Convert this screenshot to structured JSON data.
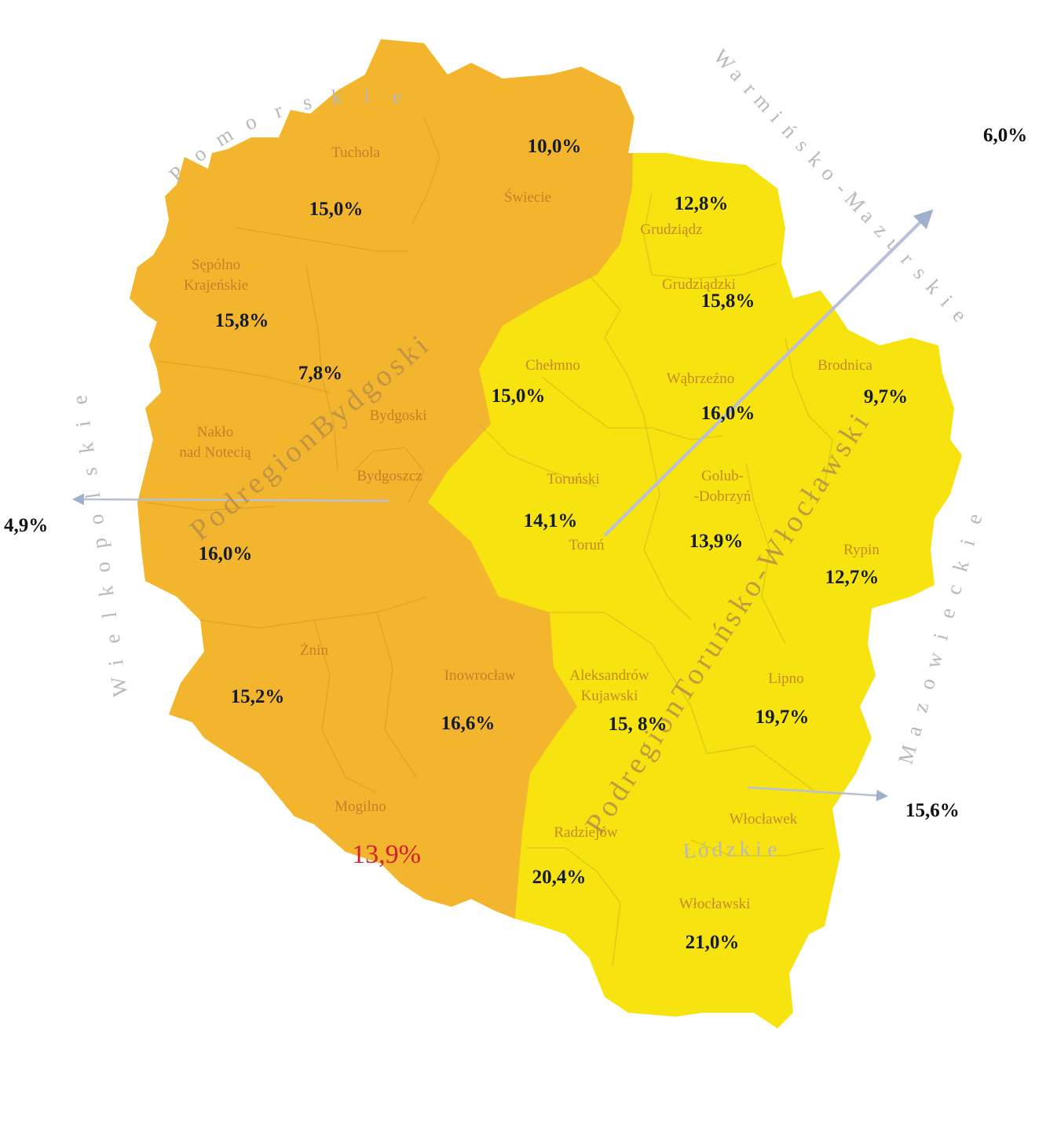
{
  "colors": {
    "bydgoski_subregion": "#f3b52e",
    "torunsko_subregion": "#f6e30f",
    "highlight_value": "#d0212e",
    "arrow": "#9fb0cc"
  },
  "subregions": {
    "bydgoski": "PodregionBydgoski",
    "torunsko": "PodregionToruńsko-Włocławski"
  },
  "neighbors": {
    "pomorskie": "Pomorskie",
    "warminsko": "Warmińsko-Mazurskie",
    "wielkopolskie": "Wielkopolskie",
    "mazowieckie": "Mazowieckie",
    "lodzkie": "Łódzkie"
  },
  "neighbor_values": {
    "warminsko": "6,0%",
    "wielkopolskie": "4,9%",
    "mazowieckie": "15,6%"
  },
  "counties": [
    {
      "name": "Tuchola",
      "value": "15,0%"
    },
    {
      "name": "Świecie",
      "value": "10,0%"
    },
    {
      "name": "Grudziądz",
      "value": "12,8%"
    },
    {
      "name": "Grudziądzki",
      "value": "15,8%"
    },
    {
      "name_line1": "Sępólno",
      "name_line2": "Krajeńskie",
      "value": "15,8%"
    },
    {
      "name": "Bydgoski",
      "value": "7,8%"
    },
    {
      "name": "Chełmno",
      "value": "15,0%"
    },
    {
      "name": "Wąbrzeźno",
      "value": "16,0%"
    },
    {
      "name": "Brodnica",
      "value": "9,7%"
    },
    {
      "name_line1": "Nakło",
      "name_line2": "nad Notecią",
      "value": "16,0%"
    },
    {
      "name": "Bydgoszcz"
    },
    {
      "name": "Toruński",
      "value": "14,1%"
    },
    {
      "name": "Toruń"
    },
    {
      "name_line1": "Golub-",
      "name_line2": "-Dobrzyń",
      "value": "13,9%"
    },
    {
      "name": "Rypin",
      "value": "12,7%"
    },
    {
      "name": "Żnin",
      "value": "15,2%"
    },
    {
      "name": "Inowrocław",
      "value": "16,6%"
    },
    {
      "name_line1": "Aleksandrów",
      "name_line2": "Kujawski",
      "value": "15, 8%"
    },
    {
      "name": "Lipno",
      "value": "19,7%"
    },
    {
      "name": "Mogilno",
      "value": "13,9%"
    },
    {
      "name": "Radziejów",
      "value": "20,4%"
    },
    {
      "name": "Włocławek"
    },
    {
      "name": "Włocławski",
      "value": "21,0%"
    }
  ]
}
